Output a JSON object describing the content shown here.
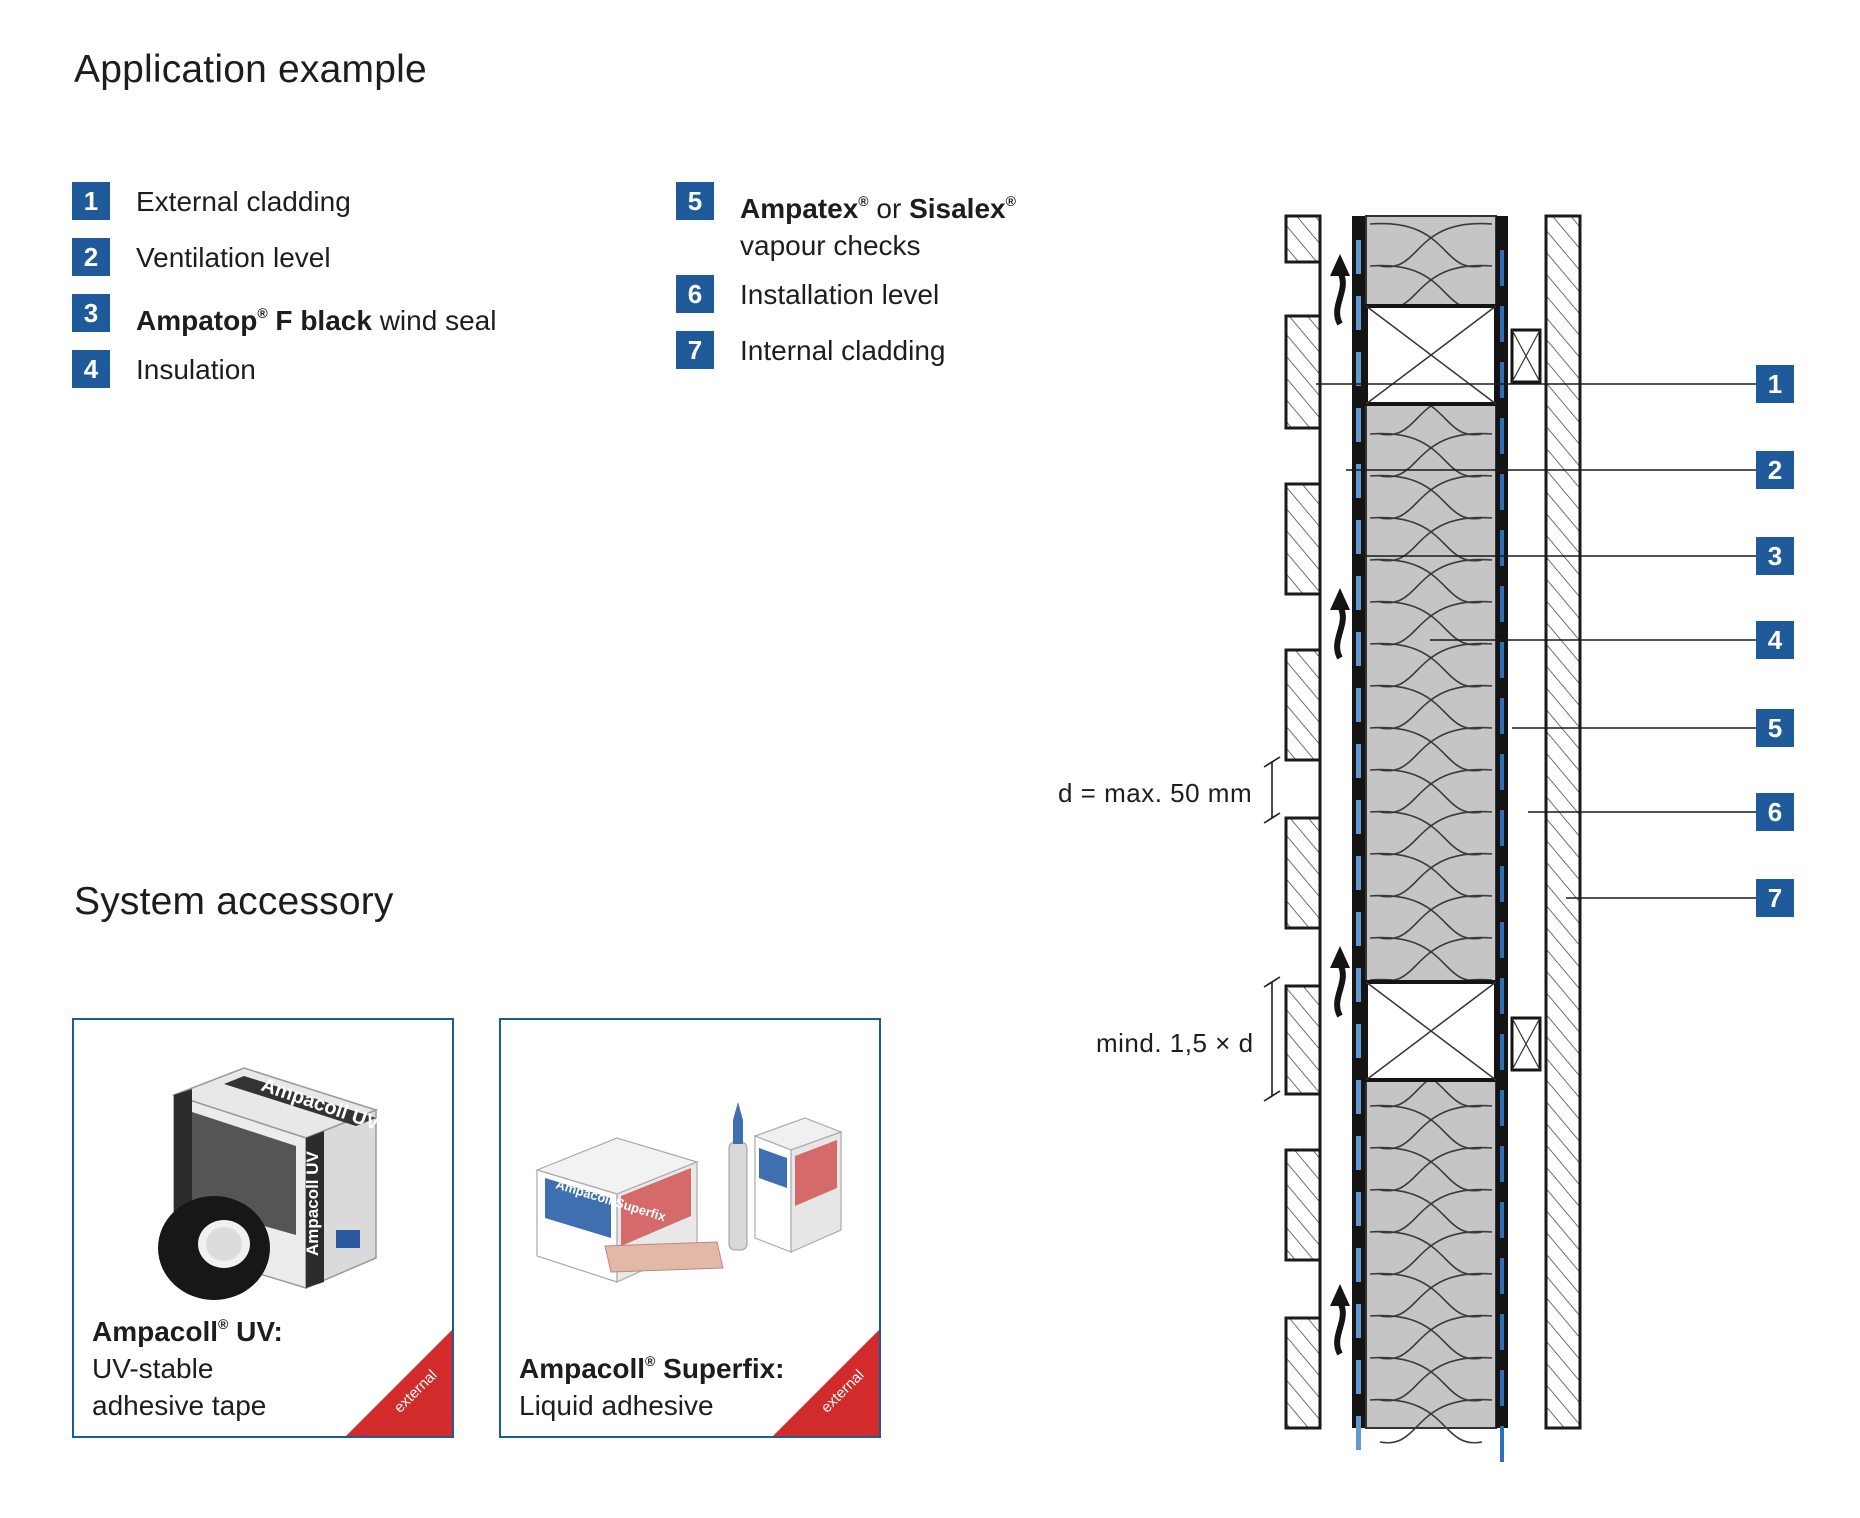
{
  "headings": {
    "application_example": "Application example",
    "system_accessory": "System accessory"
  },
  "legend": [
    {
      "num": "1",
      "text": "External cladding"
    },
    {
      "num": "2",
      "text": "Ventilation level"
    },
    {
      "num": "3",
      "bold": "Ampatop",
      "reg": "®",
      "bold2": " F black",
      "rest": " wind seal"
    },
    {
      "num": "4",
      "text": "Insulation"
    },
    {
      "num": "5",
      "bold": "Ampatex",
      "reg": "®",
      "mid": " or ",
      "bold2": "Sisalex",
      "reg2": "®",
      "line2": "vapour checks"
    },
    {
      "num": "6",
      "text": "Installation level"
    },
    {
      "num": "7",
      "text": "Internal cladding"
    }
  ],
  "accessories": [
    {
      "title": "Ampacoll",
      "reg": "®",
      "title_rest": " UV:",
      "line1": "UV-stable",
      "line2": "adhesive tape",
      "tag": "external",
      "product_text": "Ampacoll UV"
    },
    {
      "title": "Ampacoll",
      "reg": "®",
      "title_rest": " Superfix:",
      "line1": "Liquid adhesive",
      "tag": "external",
      "product_text": "Ampacoll Superfix"
    }
  ],
  "dimensions": {
    "gap": "d = max. 50 mm",
    "overlap": "mind. 1,5 × d"
  },
  "callouts": [
    "1",
    "2",
    "3",
    "4",
    "5",
    "6",
    "7"
  ],
  "colors": {
    "brand_blue": "#1f5a9a",
    "membrane_blue": "#5f9ad3",
    "insulation_grey": "#c5c5c5",
    "tag_red": "#d22b2b"
  }
}
